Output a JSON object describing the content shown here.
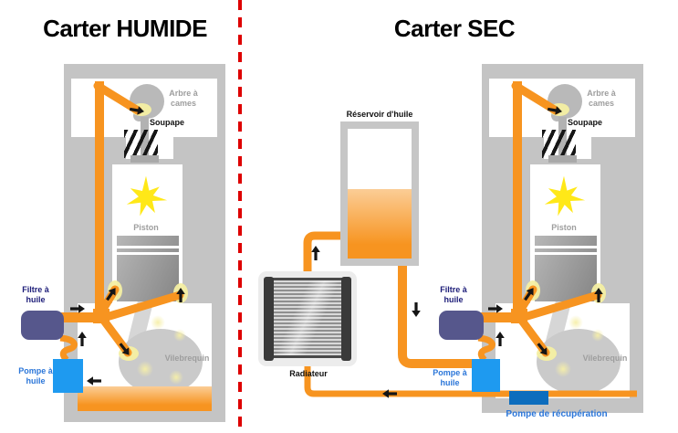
{
  "colors": {
    "pipe-orange": "#F79420",
    "oil-light": "#FBCD96",
    "divider-red": "#DE0000",
    "block-gray": "#C4C4C4",
    "part-gray": "#B9B9B9",
    "label-gray": "#9E9E9E",
    "pump-blue": "#1E9AF0",
    "scavenge-blue": "#0D6DBD",
    "filter-slate": "#56578C",
    "label-navy": "#1C1C78",
    "label-blue": "#2B76D9",
    "star-yellow": "#FFE818",
    "glow-yellow": "#F4EFA2"
  },
  "left_panel": {
    "title": "Carter HUMIDE",
    "engine": {
      "camshaft_label": "Arbre à cames",
      "valve_label": "Soupape",
      "piston_label": "Piston",
      "crankshaft_label": "Vilebrequin"
    },
    "oil_filter_label": "Filtre à huile",
    "oil_pump_label": "Pompe à huile"
  },
  "right_panel": {
    "title": "Carter SEC",
    "engine": {
      "camshaft_label": "Arbre à cames",
      "valve_label": "Soupape",
      "piston_label": "Piston",
      "crankshaft_label": "Vilebrequin"
    },
    "oil_reservoir_label": "Réservoir d'huile",
    "radiator_label": "Radiateur",
    "oil_filter_label": "Filtre à huile",
    "oil_pump_label": "Pompe à huile",
    "scavenge_pump_label": "Pompe de récupération"
  }
}
